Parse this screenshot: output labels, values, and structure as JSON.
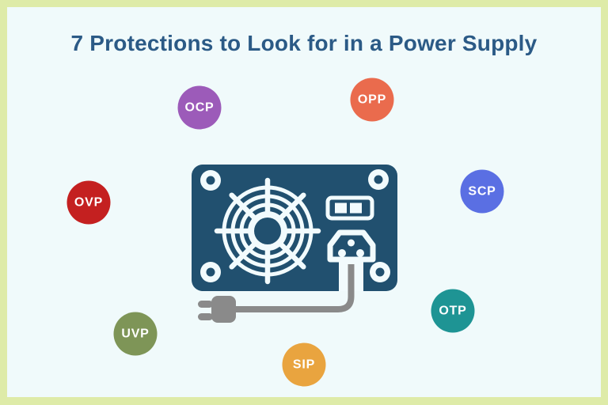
{
  "title": "7 Protections to Look for in a Power Supply",
  "colors": {
    "frame_border": "#DEEBA8",
    "background": "#F0FAFB",
    "title_text": "#2B5A86",
    "psu_body": "#21506F",
    "psu_detail": "#F2FBFD",
    "cable_gray": "#8A8A8A",
    "badge_text": "#FFFFFF"
  },
  "protections": [
    {
      "abbr": "OCP",
      "color": "#9C5BB9"
    },
    {
      "abbr": "OPP",
      "color": "#EA6B4D"
    },
    {
      "abbr": "OVP",
      "color": "#C42020"
    },
    {
      "abbr": "SCP",
      "color": "#5A6FE3"
    },
    {
      "abbr": "UVP",
      "color": "#7E9557"
    },
    {
      "abbr": "SIP",
      "color": "#E9A43F"
    },
    {
      "abbr": "OTP",
      "color": "#1E9494"
    }
  ],
  "illustration": {
    "name": "power-supply-unit",
    "parts": [
      "cooling-fan",
      "power-switch",
      "iec-inlet",
      "power-cord",
      "wall-plug",
      "corner-screws"
    ]
  }
}
